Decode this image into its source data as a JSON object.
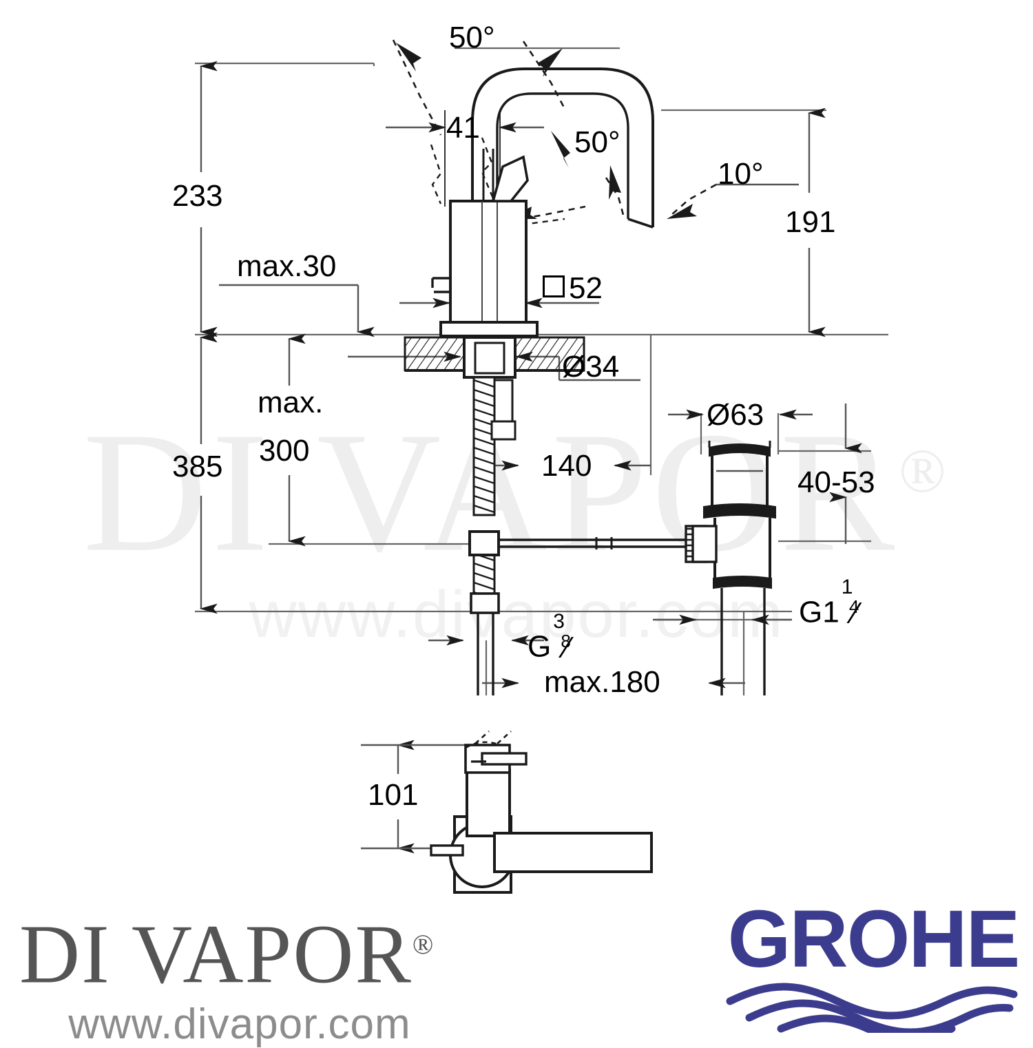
{
  "document": {
    "type": "technical-dimension-drawing",
    "subject": "GROHE single-lever basin mixer with pop-up waste",
    "units": "mm"
  },
  "watermark": {
    "brand": "DI VAPOR",
    "registered": "®",
    "url": "www.divapor.com"
  },
  "dimensions": {
    "height_total_233": "233",
    "max_30": "max.30",
    "max_300_line1": "max.",
    "max_300_line2": "300",
    "height_385": "385",
    "angle_top_50": "50°",
    "angle_mid_50": "50°",
    "angle_10": "10°",
    "width_41": "41",
    "height_191": "191",
    "square_52": "52",
    "diameter_34": "Ø34",
    "projection_140": "140",
    "diameter_63": "Ø63",
    "range_40_53": "40-53",
    "thread_g38_prefix": "G",
    "thread_g38_num": "3",
    "thread_g38_den": "8",
    "thread_g114_prefix": "G1",
    "thread_g114_num": "1",
    "thread_g114_den": "4",
    "max_180": "max.180",
    "detail_101": "101"
  },
  "footer": {
    "divapor_name": "DI VAPOR",
    "divapor_reg": "®",
    "divapor_url": "www.divapor.com",
    "grohe_name": "GROHE",
    "grohe_blue": "#3c3c8e"
  },
  "colors": {
    "line": "#1a1a1a",
    "thin_line": "#555555",
    "watermark": "#eeeeee",
    "divapor_gray": "#555555",
    "divapor_url_gray": "#8c8c8c",
    "grohe_blue": "#3c3c8e"
  }
}
